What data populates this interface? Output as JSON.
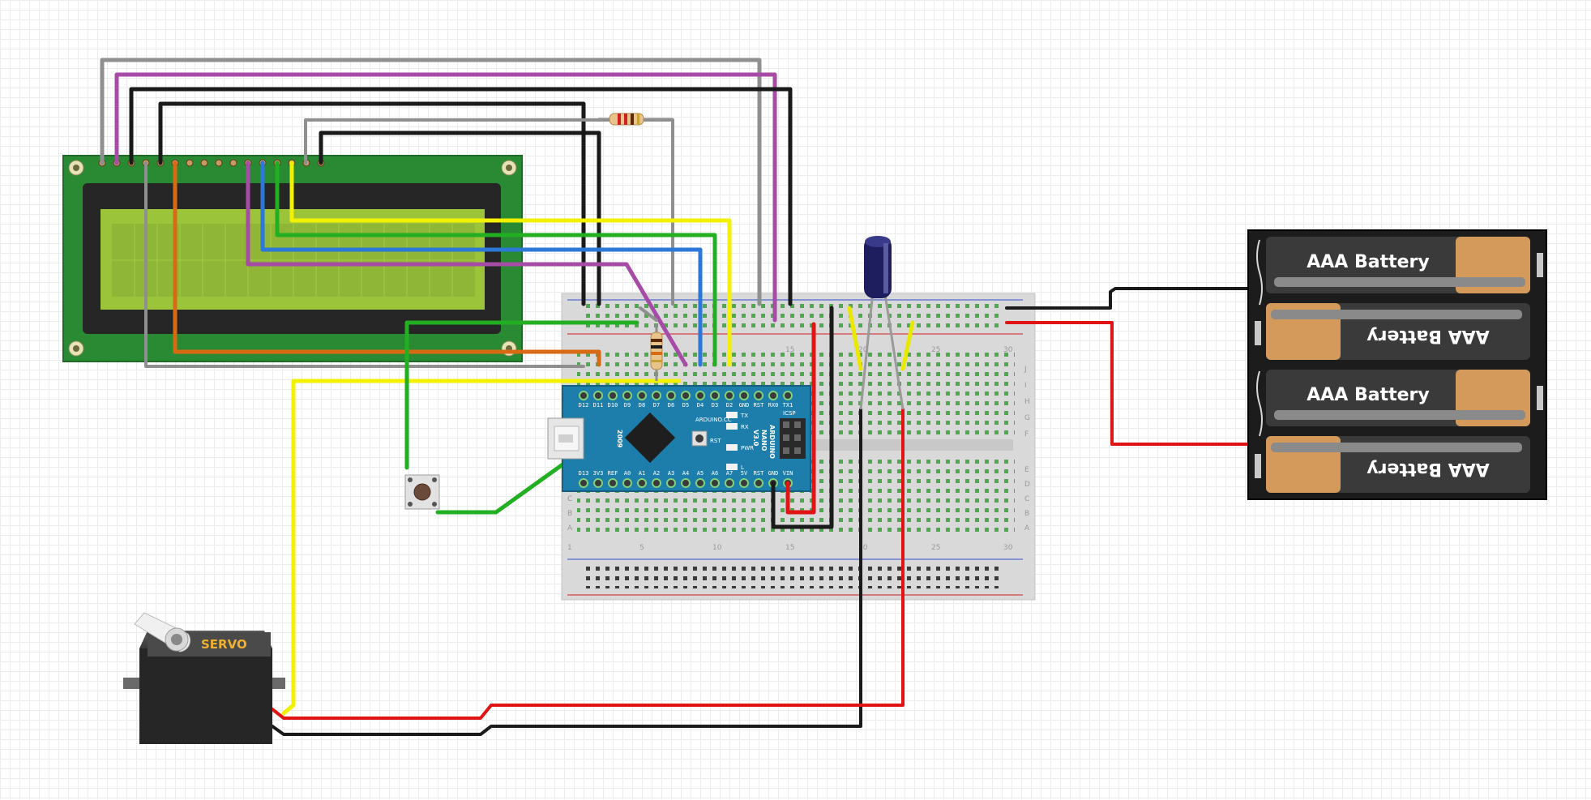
{
  "labels": {
    "battery_cell": "AAA Battery",
    "servo": "SERVO",
    "arduino_site": "ARDUINO.CC",
    "arduino_name": "ARDUINO",
    "arduino_model": "NANO",
    "arduino_version": "V3.0",
    "arduino_year": "2009",
    "icsp": "ICSP",
    "rst_button": "RST",
    "led_tx": "TX",
    "led_rx": "RX",
    "led_pwr": "PWR",
    "led_l": "L"
  },
  "nano_pins_top": [
    "D12",
    "D11",
    "D10",
    "D9",
    "D8",
    "D7",
    "D6",
    "D5",
    "D4",
    "D3",
    "D2",
    "GND",
    "RST",
    "RX0",
    "TX1"
  ],
  "nano_pins_bottom": [
    "D13",
    "3V3",
    "REF",
    "A0",
    "A1",
    "A2",
    "A3",
    "A4",
    "A5",
    "A6",
    "A7",
    "5V",
    "RST",
    "GND",
    "VIN"
  ],
  "breadboard": {
    "row_letters_top": [
      "J",
      "I",
      "H",
      "G",
      "F"
    ],
    "row_letters_bottom": [
      "E",
      "D",
      "C",
      "B",
      "A"
    ],
    "column_numbers": [
      "1",
      "5",
      "10",
      "15",
      "20",
      "25",
      "30"
    ]
  },
  "colors": {
    "wire_gray": "#9a9a9a",
    "wire_purple": "#a64ca6",
    "wire_black": "#1a1a1a",
    "wire_yellow": "#f2f200",
    "wire_green": "#22b022",
    "wire_blue": "#2b78d8",
    "wire_orange": "#d86a14",
    "wire_red": "#e01414",
    "lcd_pcb": "#2a8a34",
    "lcd_screen": "#9cc43a",
    "nano_pcb": "#1e7eab",
    "battery_case": "#1c1c1c"
  }
}
